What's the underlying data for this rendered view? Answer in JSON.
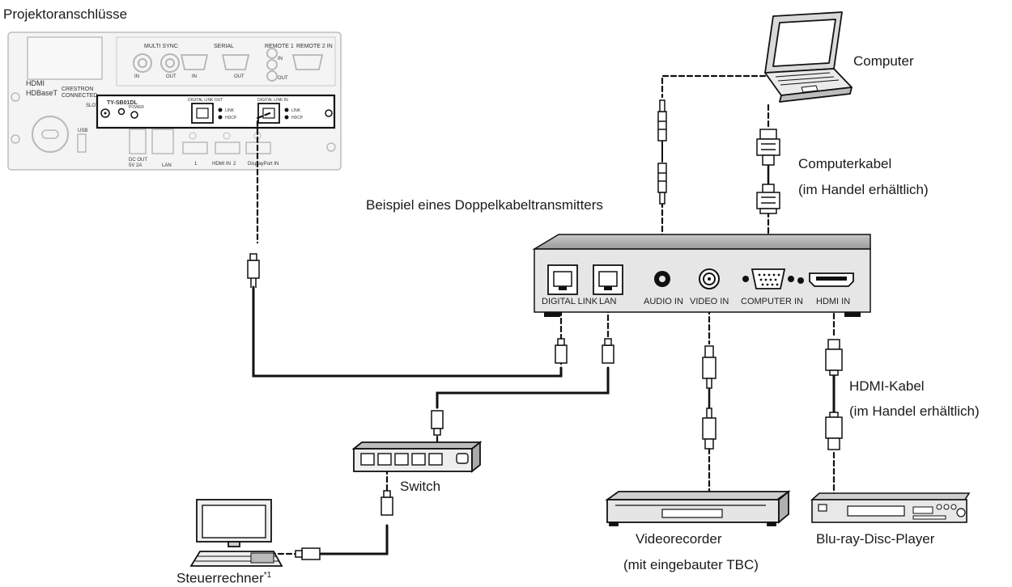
{
  "labels": {
    "projector_connections": "Projektoranschlüsse",
    "computer": "Computer",
    "computer_cable_line1": "Computerkabel",
    "computer_cable_line2": "(im Handel erhältlich)",
    "transmitter_example": "Beispiel eines Doppelkabeltransmitters",
    "hdmi_cable_line1": "HDMI-Kabel",
    "hdmi_cable_line2": "(im Handel erhältlich)",
    "switch": "Switch",
    "videorecorder_line1": "Videorecorder",
    "videorecorder_line2": "(mit eingebauter TBC)",
    "bluray": "Blu-ray-Disc-Player",
    "control_computer": "Steuerrechner",
    "footnote_mark": "*1"
  },
  "transmitter_ports": [
    "DIGITAL LINK",
    "LAN",
    "AUDIO IN",
    "VIDEO IN",
    "COMPUTER IN",
    "HDMI IN"
  ],
  "projector_panel": {
    "top_labels": [
      "MULTI SYNC",
      "SERIAL",
      "REMOTE 1",
      "REMOTE 2 IN"
    ],
    "sub_labels": [
      "IN",
      "OUT",
      "IN",
      "OUT",
      "IN",
      "OUT"
    ],
    "brand_labels": [
      "HDMI",
      "HDBaseT",
      "CRESTRON",
      "CONNECTED"
    ],
    "board_model": "TY-SB01DL",
    "board_labels": [
      "POWER",
      "DIGITAL LINK OUT",
      "DIGITAL LINK IN",
      "LINK",
      "HDCP",
      "LINK",
      "HDCP"
    ],
    "lower_labels": [
      "USB",
      "DC OUT",
      "5V 2A",
      "LAN",
      "1",
      "HDMI IN",
      "2",
      "DisplayPort IN",
      "SLOT"
    ]
  }
}
